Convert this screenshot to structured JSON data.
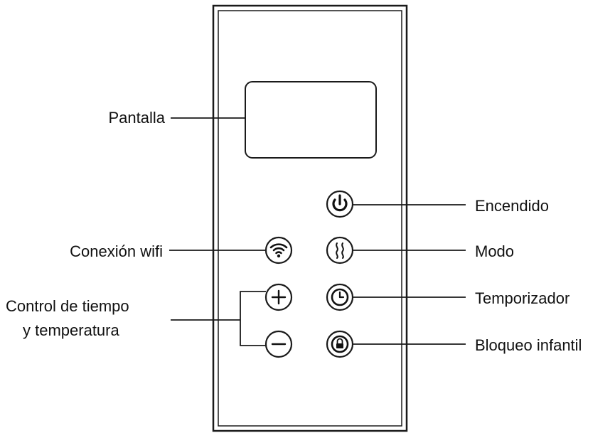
{
  "labels": {
    "pantalla": "Pantalla",
    "encendido": "Encendido",
    "modo": "Modo",
    "wifi": "Conexión wifi",
    "temporizador": "Temporizador",
    "bloqueo": "Bloqueo infantil",
    "control_line1": "Control de tiempo",
    "control_line2": "y temperatura"
  },
  "icons": {
    "power": "power-icon",
    "mode": "heat-waves-icon",
    "wifi": "wifi-icon",
    "timer": "clock-icon",
    "lock": "lock-icon",
    "plus": "plus-icon",
    "minus": "minus-icon"
  },
  "colors": {
    "line": "#1a1a1a",
    "background": "#ffffff"
  }
}
